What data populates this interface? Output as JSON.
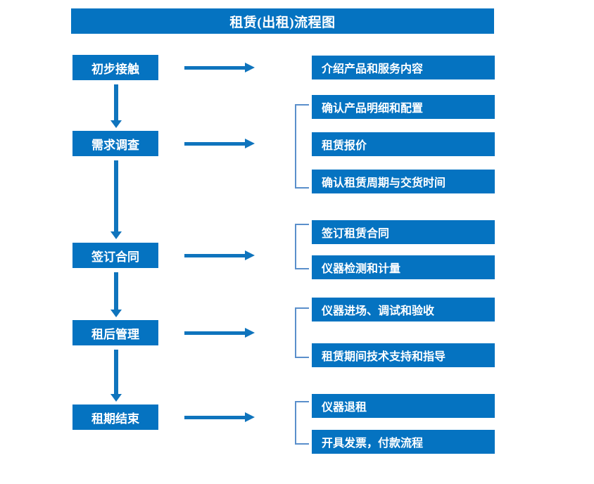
{
  "title": "租赁(出租)流程图",
  "colors": {
    "box_blue": "#0573C1",
    "arrow_blue": "#0F74BD",
    "bracket_blue": "#5A8FCB",
    "text_white": "#FFFFFF"
  },
  "stages": [
    {
      "id": "initial-contact",
      "label": "初步接触"
    },
    {
      "id": "needs-survey",
      "label": "需求调查"
    },
    {
      "id": "sign-contract",
      "label": "签订合同"
    },
    {
      "id": "post-rent-mgmt",
      "label": "租后管理"
    },
    {
      "id": "lease-end",
      "label": "租期结束"
    }
  ],
  "details": [
    {
      "id": "introduce-product-service",
      "label": "介绍产品和服务内容",
      "group": 1
    },
    {
      "id": "confirm-spec-config",
      "label": "确认产品明细和配置",
      "group": 2
    },
    {
      "id": "rental-quotation",
      "label": "租赁报价",
      "group": 2
    },
    {
      "id": "confirm-period-delivery",
      "label": "确认租赁周期与交货时间",
      "group": 2
    },
    {
      "id": "sign-rental-contract",
      "label": "签订租赁合同",
      "group": 3
    },
    {
      "id": "instrument-test-metering",
      "label": "仪器检测和计量",
      "group": 3
    },
    {
      "id": "instrument-onsite-commission",
      "label": "仪器进场、调试和验收",
      "group": 4
    },
    {
      "id": "tech-support-guidance",
      "label": "租赁期间技术支持和指导",
      "group": 4
    },
    {
      "id": "instrument-return",
      "label": "仪器退租",
      "group": 5
    },
    {
      "id": "invoice-payment",
      "label": "开具发票，付款流程",
      "group": 5
    }
  ]
}
